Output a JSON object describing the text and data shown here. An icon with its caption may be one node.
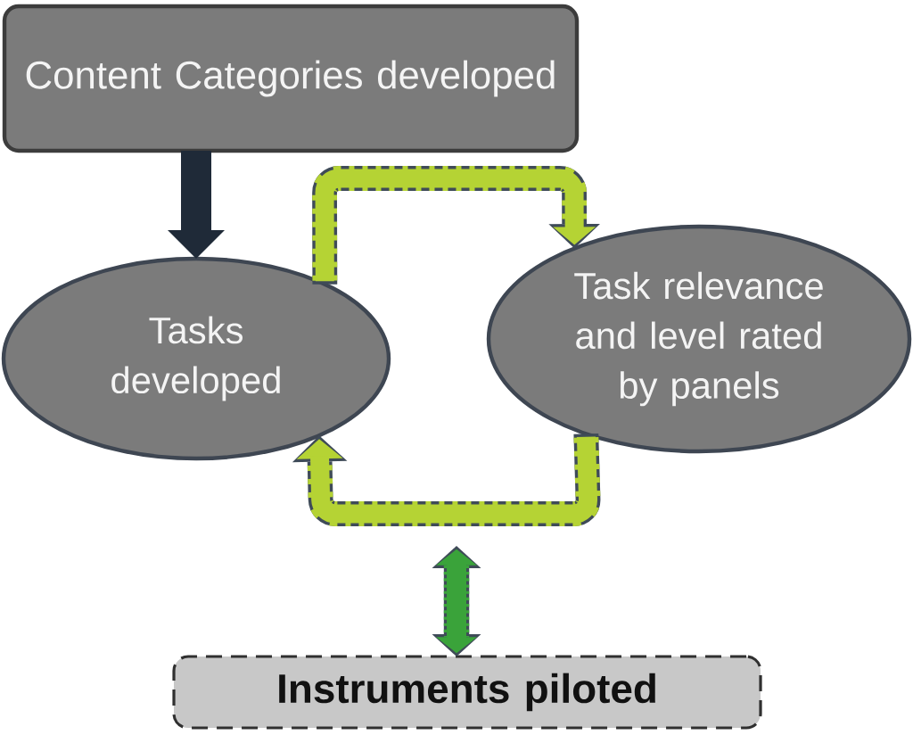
{
  "diagram": {
    "nodes": [
      {
        "text": [
          "Content Categories developed"
        ]
      },
      {
        "text": [
          "Tasks developed"
        ]
      },
      {
        "text": [
          "Task relevance and level rated by panels"
        ]
      },
      {
        "text": [
          "Instruments piloted"
        ]
      }
    ],
    "edges": [
      {
        "from": 0,
        "to": 1,
        "arrow": "to",
        "color": "#1f2a38"
      },
      {
        "from": 1,
        "to": 2,
        "arrow": "to",
        "color": "#b5d334"
      },
      {
        "from": 2,
        "to": 1,
        "arrow": "to",
        "color": "#b5d334"
      },
      {
        "from": null,
        "to": 3,
        "arrow": "both",
        "color": "#3aa33a"
      }
    ]
  }
}
